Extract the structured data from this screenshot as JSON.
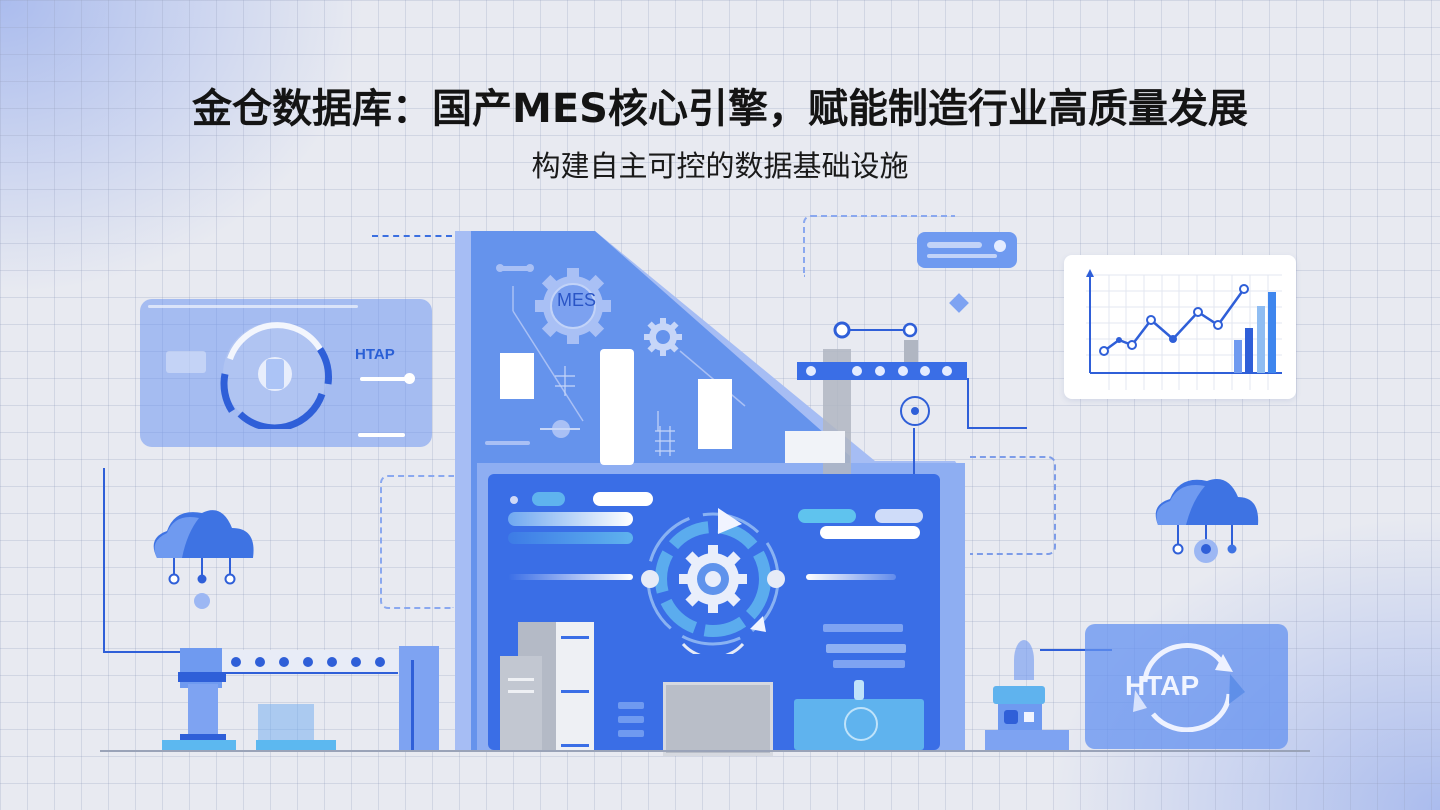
{
  "header": {
    "title": "金仓数据库：国产MES核心引擎，赋能制造行业高质量发展",
    "subtitle": "构建自主可控的数据基础设施"
  },
  "illustration": {
    "left_card": {
      "label": "HTAP"
    },
    "tower": {
      "gear_label": "MES"
    },
    "right_card": {
      "label": "HTAP"
    },
    "chart_card": {
      "line_points": [
        [
          0.05,
          0.72
        ],
        [
          0.15,
          0.62
        ],
        [
          0.22,
          0.68
        ],
        [
          0.32,
          0.4
        ],
        [
          0.43,
          0.58
        ],
        [
          0.57,
          0.32
        ],
        [
          0.66,
          0.46
        ],
        [
          0.82,
          0.1
        ]
      ],
      "bars": [
        0.45,
        0.62,
        0.82,
        0.97
      ]
    }
  },
  "colors": {
    "accent": "#3a6ee6",
    "accent_dark": "#2f5fd8",
    "light_blue": "#6f9af0",
    "panel": "#e8eaf1",
    "title_text": "#141414"
  }
}
